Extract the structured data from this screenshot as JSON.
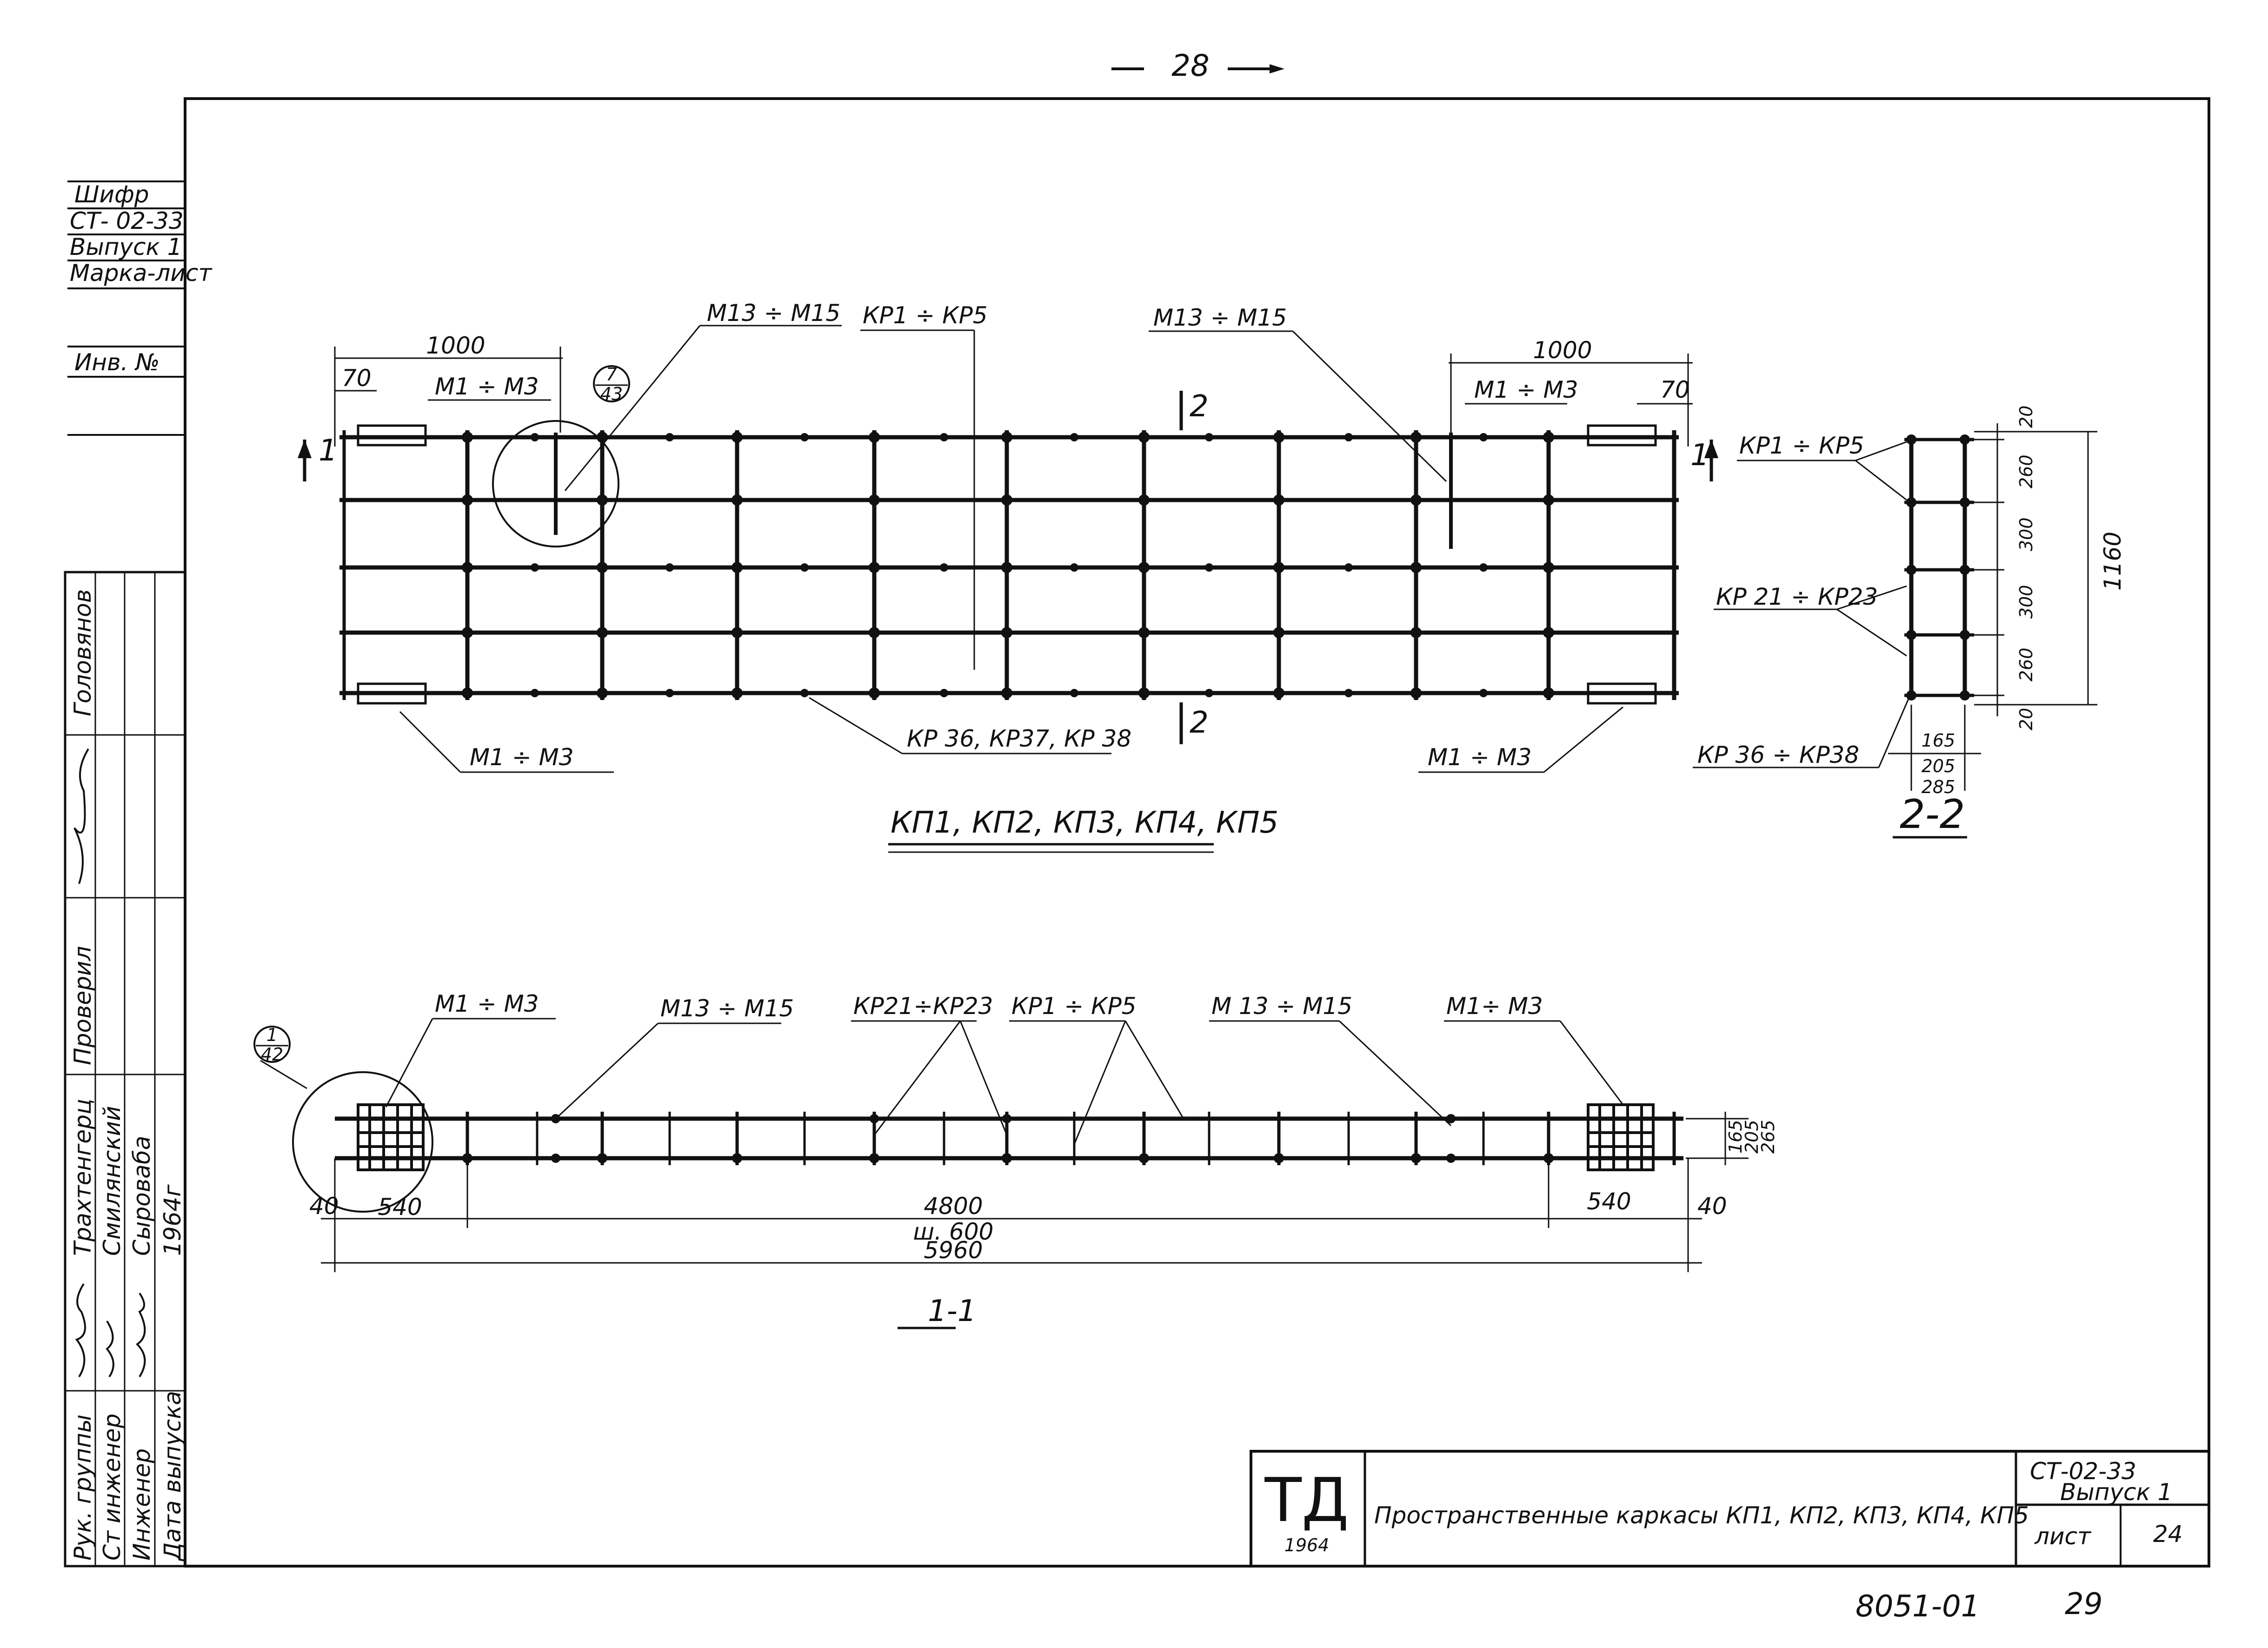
{
  "page_number": "28",
  "stamp": {
    "cipher_label": "Шифр",
    "cipher_value": "СТ- 02-33",
    "issue": "Выпуск 1",
    "mark_sheet": "Марка-лист",
    "inv_no": "Инв. №"
  },
  "approvals": {
    "roles": [
      "Рук. группы",
      "Ст инженер",
      "Инженер",
      "Дата выпуска"
    ],
    "names": [
      "Трахтенгерц",
      "Смилянский",
      "Сыроваба",
      "1964г"
    ],
    "checked_label": "Проверил",
    "checker_name": "Головянов"
  },
  "plan_view": {
    "title": "КП1, КП2, КП3, КП4, КП5",
    "dim_1000_left": "1000",
    "dim_1000_right": "1000",
    "dim_70_left": "70",
    "dim_70_right": "70",
    "label_m1_m3_top_left": "М1 ÷ М3",
    "label_m1_m3_top_right": "М1 ÷ М3",
    "label_m13_m15_left": "М13 ÷ М15",
    "label_m13_m15_right": "М13 ÷ М15",
    "label_kr1_kr5": "КР1 ÷ КР5",
    "label_m1_m3_bottom_left": "М1 ÷ М3",
    "label_m1_m3_bottom_right": "М1 ÷ М3",
    "label_kr36_38": "КР 36, КР37, КР 38",
    "node_ref_num": "7",
    "node_ref_den": "43",
    "section_1": "1",
    "section_2": "2"
  },
  "section_2_2": {
    "title": "2-2",
    "label_kr1_kr5": "КР1 ÷ КР5",
    "label_kr21_kr23": "КР 21 ÷ КР23",
    "label_kr36_kr38": "КР 36 ÷ КР38",
    "dims_vertical": [
      "20",
      "260",
      "300",
      "300",
      "260",
      "20"
    ],
    "dim_total": "1160",
    "dims_bottom": [
      "165",
      "205",
      "285"
    ]
  },
  "section_1_1": {
    "title": "1-1",
    "label_m1_m3_left": "М1 ÷ М3",
    "label_m13_m15_left": "М13 ÷ М15",
    "label_kr21_kr23": "КР21÷КР23",
    "label_kr1_kr5": "КР1 ÷ КР5",
    "label_m13_m15_right": "М 13 ÷ М15",
    "label_m1_m3_right": "М1÷ М3",
    "node_ref_num": "1",
    "node_ref_den": "42",
    "dim_40_left": "40",
    "dim_540_left": "540",
    "dim_4800": "4800",
    "dim_pitch": "ш. 600",
    "dim_5960": "5960",
    "dim_540_right": "540",
    "dim_40_right": "40",
    "dims_height": [
      "165",
      "205",
      "265"
    ]
  },
  "title_block": {
    "logo": "ТД",
    "logo_year": "1964",
    "title": "Пространственные каркасы КП1, КП2, КП3, КП4, КП5",
    "code": "СТ-02-33",
    "issue": "Выпуск 1",
    "sheet_label": "лист",
    "sheet_number": "24"
  },
  "footer": {
    "order_number": "8051-01",
    "page_right": "29"
  }
}
